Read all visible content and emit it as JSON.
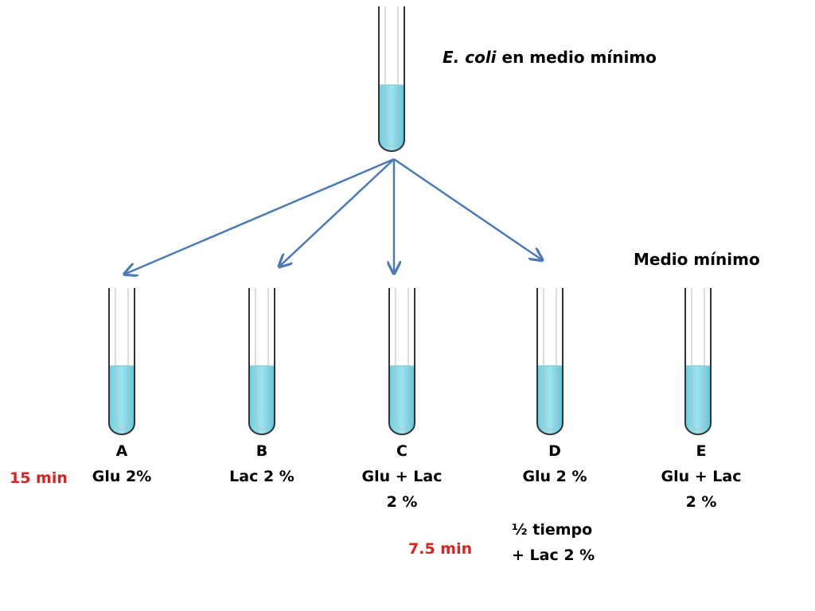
{
  "source_label": {
    "italic": "E. coli",
    "rest": "en medio mínimo"
  },
  "condition_label": "Medio mínimo",
  "tubes": [
    {
      "id": "A",
      "line1": "Glu 2%",
      "line2": ""
    },
    {
      "id": "B",
      "line1": "Lac 2 %",
      "line2": ""
    },
    {
      "id": "C",
      "line1": "Glu + Lac",
      "line2": "2 %"
    },
    {
      "id": "D",
      "line1": "Glu 2 %",
      "line2": ""
    },
    {
      "id": "E",
      "line1": "Glu + Lac",
      "line2": "2 %"
    }
  ],
  "times": {
    "first": "15 min",
    "second": "7.5 min"
  },
  "note_d": {
    "line1": "½ tiempo",
    "line2": "+ Lac 2 %"
  },
  "colors": {
    "liquid": "#8fdcea",
    "liquid_dark": "#58c4d8",
    "glass": "#333333",
    "arrow": "#4a7ab8",
    "time_text": "#e01f1f"
  }
}
